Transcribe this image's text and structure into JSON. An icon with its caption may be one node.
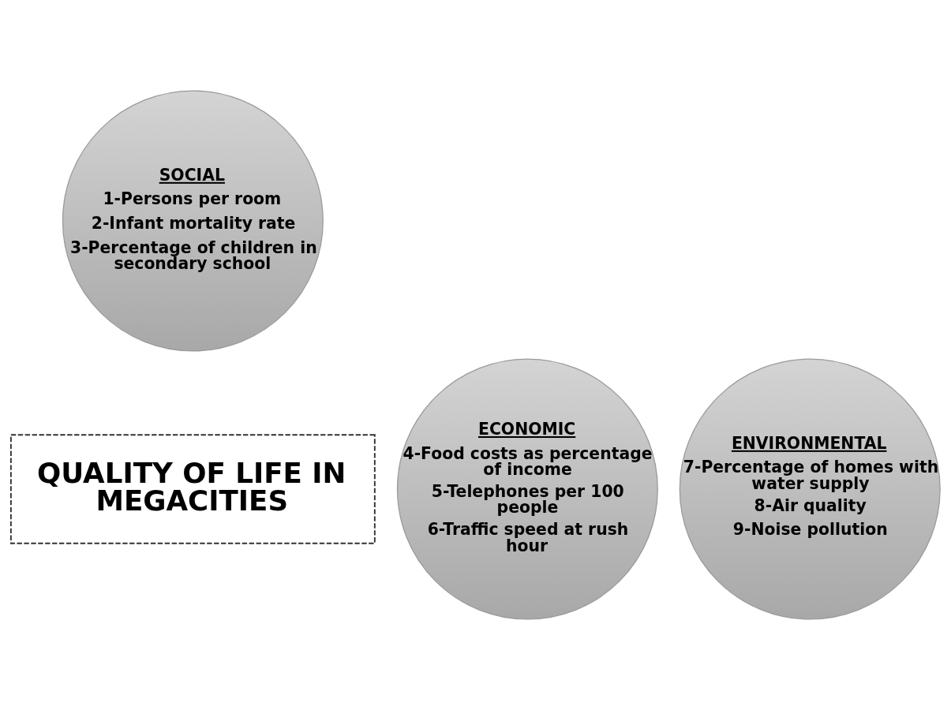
{
  "diagram": {
    "nodes": [
      {
        "text": [
          "SOCIAL",
          "1-Persons per room",
          "2-Infant mortality rate",
          "3-Percentage of children in secondary school"
        ]
      },
      {
        "text": [
          "QUALITY OF LIFE IN MEGACITIES"
        ]
      },
      {
        "text": [
          "ENVIRONMENTAL",
          "7-Percentage of homes with water supply",
          "8-Air quality",
          "9-Noise pollution"
        ]
      },
      {
        "text": [
          "ECONOMIC",
          "4-Food costs as percentage of income",
          "5-Telephones per 100 people",
          "6-Traffic speed at rush hour"
        ]
      }
    ],
    "edges": []
  }
}
